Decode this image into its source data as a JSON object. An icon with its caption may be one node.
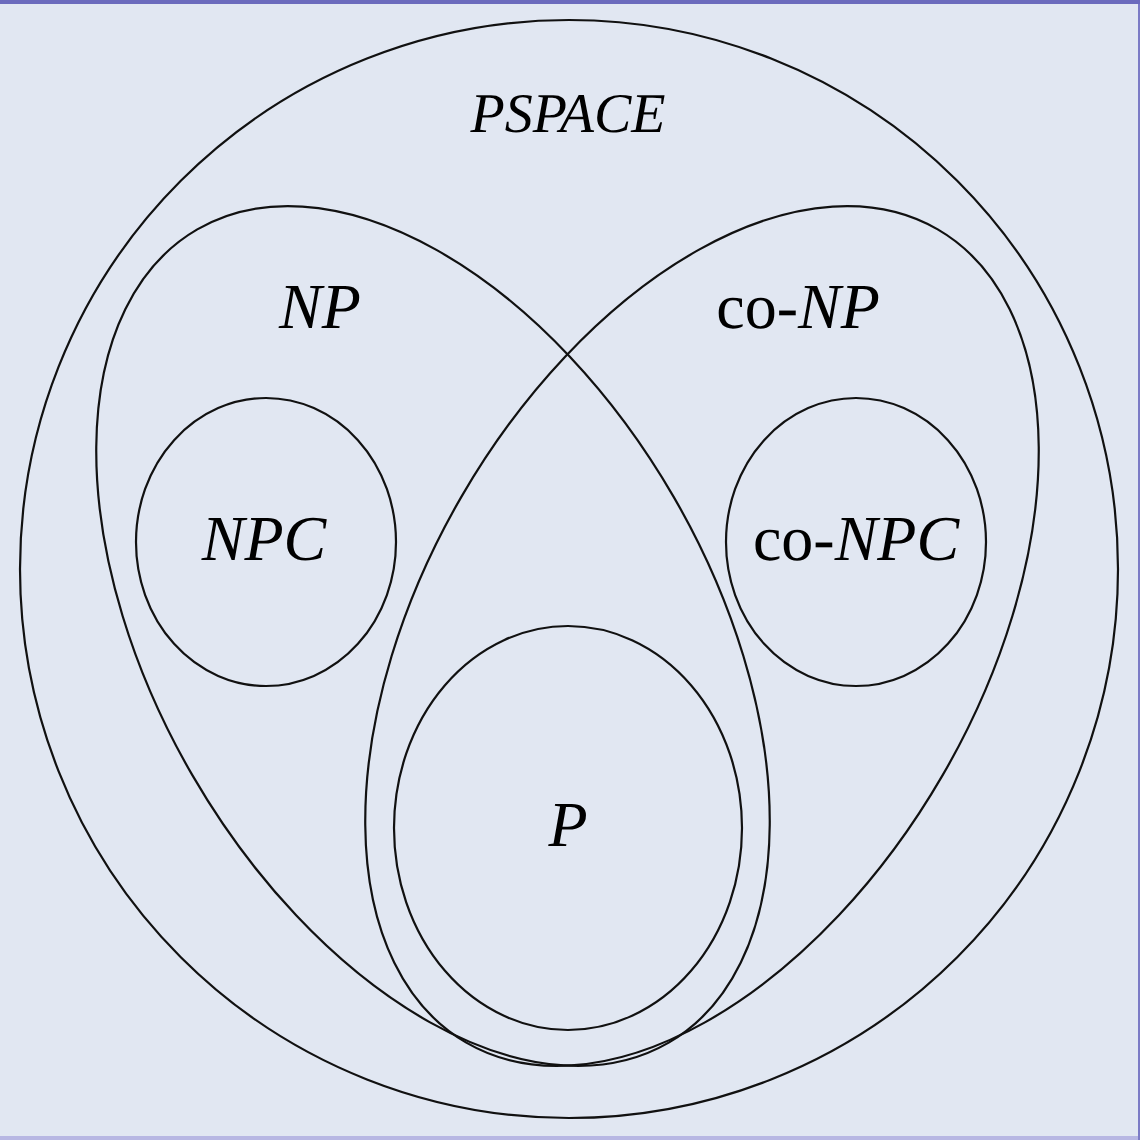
{
  "diagram": {
    "nodes": [
      {
        "text": [
          "PSPACE"
        ]
      },
      {
        "text": [
          "NP"
        ],
        "in": 0
      },
      {
        "text": [
          "co-*NP*"
        ],
        "in": 0
      },
      {
        "text": [
          "NPC"
        ],
        "in": 1
      },
      {
        "text": [
          "co-*NPC*"
        ],
        "in": 2
      },
      {
        "text": [
          "P"
        ]
      }
    ]
  }
}
